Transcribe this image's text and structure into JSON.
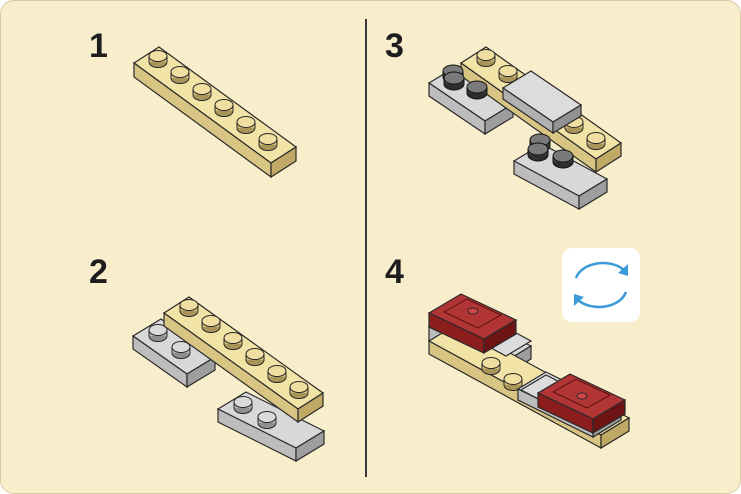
{
  "steps": [
    {
      "number": "1"
    },
    {
      "number": "2"
    },
    {
      "number": "3"
    },
    {
      "number": "4"
    }
  ],
  "colors": {
    "background": "#f9eecb",
    "tan": "#e2cf8c",
    "light_gray": "#c9c9c9",
    "dark_gray": "#636363",
    "dark_red": "#8c1d1d",
    "rotate_arrows": "#3a9bd8"
  },
  "icons": {
    "rotate": "rotate-arrows-icon"
  }
}
